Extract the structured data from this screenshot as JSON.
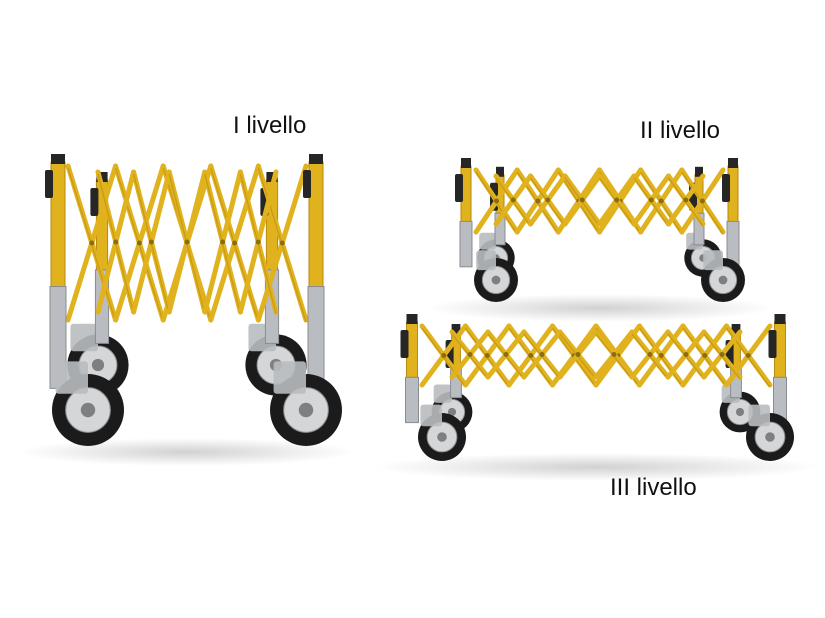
{
  "labels": {
    "level_1": "I livello",
    "level_2": "II livello",
    "level_3": "III livello"
  },
  "colors": {
    "frame_gold": "#e0b21e",
    "frame_gold_dark": "#b88a10",
    "leg_silver": "#b9bcc0",
    "tire": "#1b1b1b",
    "hub": "#d4d6d8",
    "handle": "#262626"
  }
}
